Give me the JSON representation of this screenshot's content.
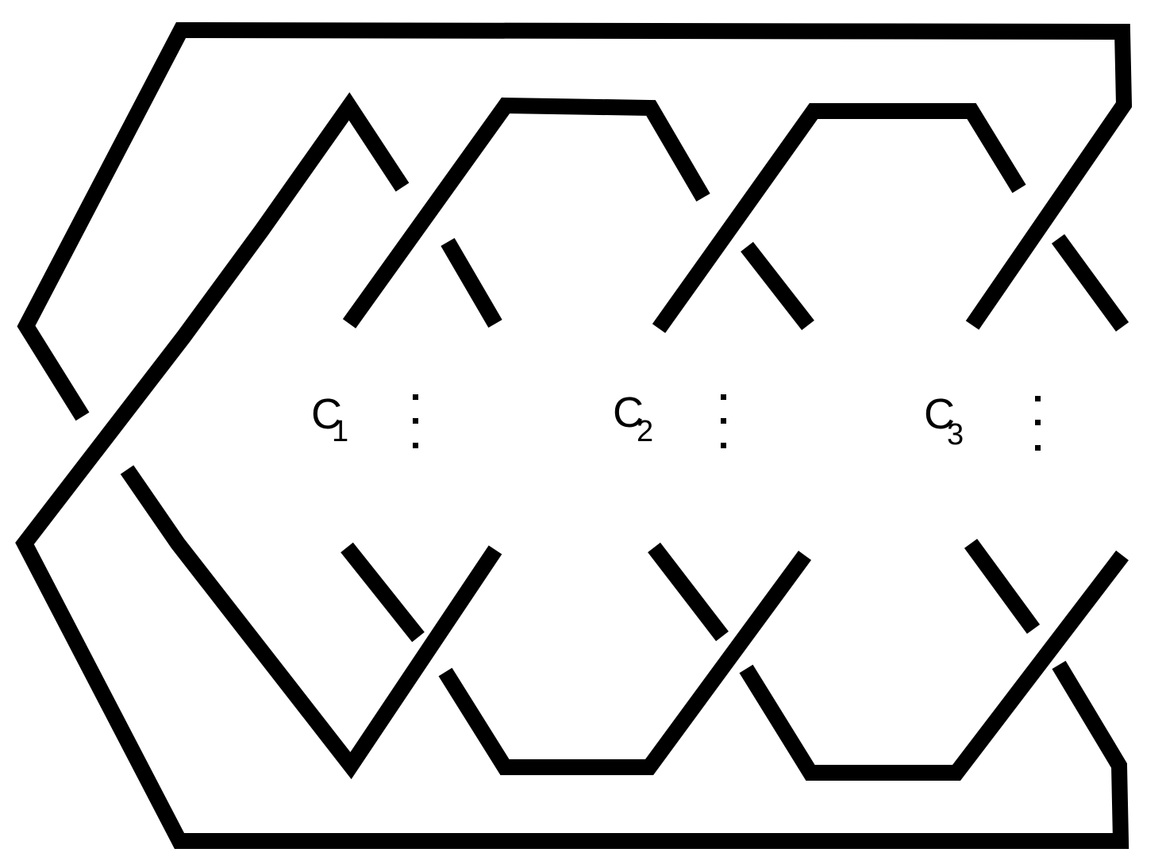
{
  "colors": {
    "ink": "#000000",
    "background": "#ffffff"
  },
  "labels": {
    "c1": {
      "letter": "C",
      "sub": "1"
    },
    "c2": {
      "letter": "C",
      "sub": "2"
    },
    "c3": {
      "letter": "C",
      "sub": "3"
    }
  },
  "dots": {
    "d1": "⋮",
    "d2": "⋮",
    "d3": "⋮"
  }
}
